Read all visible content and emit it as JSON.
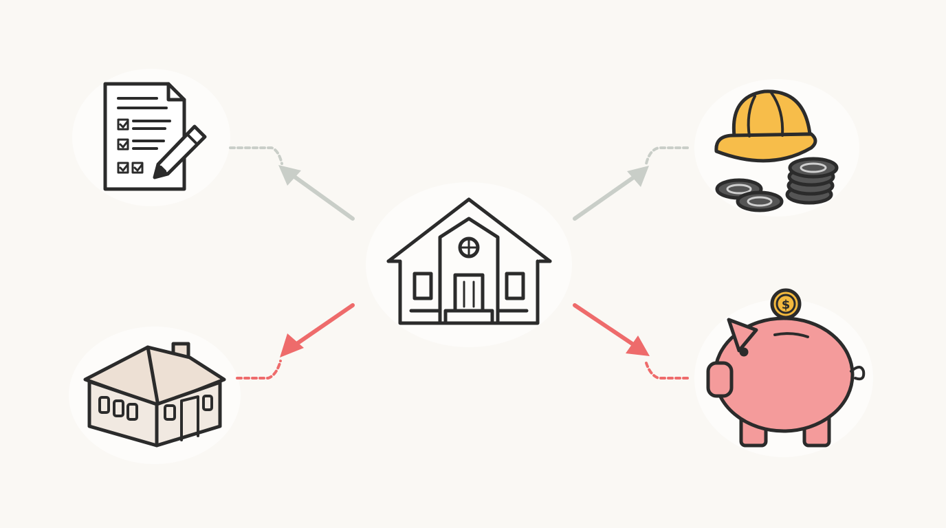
{
  "colors": {
    "background": "#faf8f4",
    "outline": "#2b2b2b",
    "arrow_neutral": "#c9cec8",
    "arrow_highlight": "#ee6b6b",
    "hard_hat": "#f7bd4a",
    "piggy_bank": "#f49b9b",
    "coin_gold": "#f3b93e",
    "coin_dark": "#555555",
    "small_house_fill": "#f1e9e1",
    "small_house_roof": "#ede0d4"
  },
  "nodes": {
    "center": {
      "icon": "large-house-icon"
    },
    "top_left": {
      "icon": "checklist-document-with-pencil-icon"
    },
    "top_right": {
      "icon": "hard-hat-and-coins-icon"
    },
    "bottom_left": {
      "icon": "small-house-icon"
    },
    "bottom_right": {
      "icon": "piggy-bank-with-coin-icon"
    }
  },
  "edges": [
    {
      "from": "center",
      "to": "top_left",
      "style": "neutral"
    },
    {
      "from": "center",
      "to": "top_right",
      "style": "neutral"
    },
    {
      "from": "center",
      "to": "bottom_left",
      "style": "highlight"
    },
    {
      "from": "center",
      "to": "bottom_right",
      "style": "highlight"
    }
  ],
  "coin_symbol": "$"
}
